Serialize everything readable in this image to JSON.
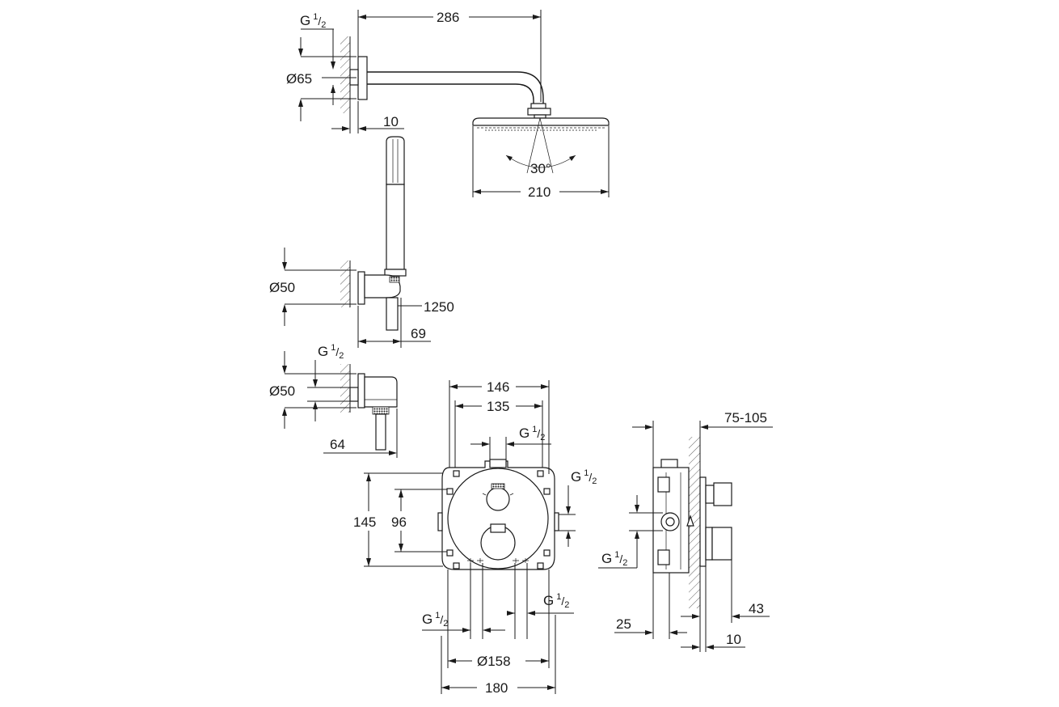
{
  "colors": {
    "line": "#1a1a1a",
    "background": "#ffffff"
  },
  "dimensions": {
    "arm_length": "286",
    "wall_gap_top": "10",
    "flange_dia": "Ø65",
    "thread_top": {
      "main": "G",
      "num": "1",
      "den": "2"
    },
    "head_angle": "30°",
    "head_width": "210",
    "holder_dia": "Ø50",
    "hose_length": "1250",
    "holder_depth": "69",
    "elbow_thread": {
      "main": "G",
      "num": "1",
      "den": "2"
    },
    "elbow_dia": "Ø50",
    "elbow_depth": "64",
    "box_width_outer": "146",
    "box_width_inner": "135",
    "thread_box_top": {
      "main": "G",
      "num": "1",
      "den": "2"
    },
    "thread_box_right": {
      "main": "G",
      "num": "1",
      "den": "2"
    },
    "box_height": "145",
    "box_height_inner": "96",
    "thread_bottom_left": {
      "main": "G",
      "num": "1",
      "den": "2"
    },
    "thread_bottom_right": {
      "main": "G",
      "num": "1",
      "den": "2"
    },
    "cover_dia": "Ø158",
    "plate_width": "180",
    "install_depth": "75-105",
    "thread_side": {
      "main": "G",
      "num": "1",
      "den": "2"
    },
    "side_25": "25",
    "side_43": "43",
    "side_10": "10"
  }
}
